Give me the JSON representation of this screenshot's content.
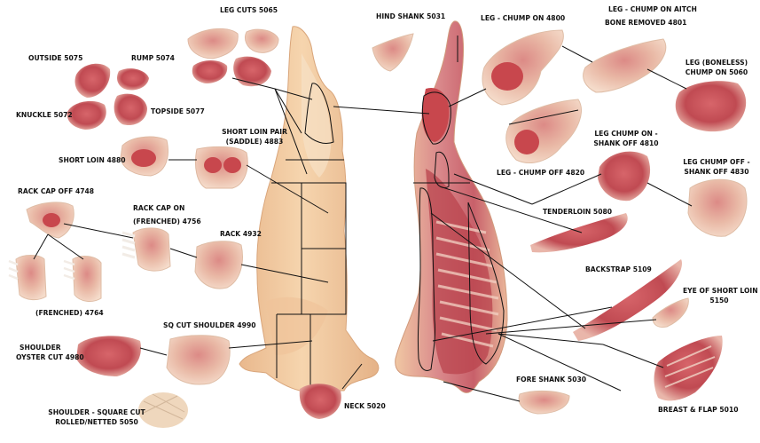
{
  "labels": {
    "leg_cuts": "LEG CUTS 5065",
    "hind_shank": "HIND SHANK 5031",
    "leg_chump_on": "LEG - CHUMP ON 4800",
    "leg_chump_aitch_1": "LEG - CHUMP ON AITCH",
    "leg_chump_aitch_2": "BONE REMOVED 4801",
    "leg_boneless_1": "LEG (BONELESS)",
    "leg_boneless_2": "CHUMP ON 5060",
    "outside": "OUTSIDE 5075",
    "rump": "RUMP 5074",
    "knuckle": "KNUCKLE 5072",
    "topside": "TOPSIDE 5077",
    "short_loin_pair_1": "SHORT LOIN PAIR",
    "short_loin_pair_2": "(SADDLE) 4883",
    "short_loin": "SHORT LOIN 4880",
    "leg_chump_shank_off_1": "LEG CHUMP ON -",
    "leg_chump_shank_off_2": "SHANK OFF 4810",
    "leg_chump_off": "LEG - CHUMP OFF 4820",
    "leg_chump_off_shank_1": "LEG CHUMP OFF -",
    "leg_chump_off_shank_2": "SHANK OFF 4830",
    "rack_cap_off": "RACK CAP OFF 4748",
    "rack_cap_on_1": "RACK CAP ON",
    "rack_cap_on_2": "(FRENCHED) 4756",
    "rack": "RACK 4932",
    "tenderloin": "TENDERLOIN 5080",
    "frenched": "(FRENCHED) 4764",
    "backstrap": "BACKSTRAP 5109",
    "eye_short_loin_1": "EYE OF SHORT LOIN",
    "eye_short_loin_2": "5150",
    "sq_cut_shoulder": "SQ CUT SHOULDER 4990",
    "shoulder_oyster_1": "SHOULDER",
    "shoulder_oyster_2": "OYSTER CUT 4980",
    "fore_shank": "FORE SHANK 5030",
    "neck": "NECK 5020",
    "breast_flap": "BREAST & FLAP 5010",
    "shoulder_square_1": "SHOULDER - SQUARE CUT",
    "shoulder_square_2": "ROLLED/NETTED 5050"
  },
  "colors": {
    "carcass_fat": "#f3cfa6",
    "carcass_shadow": "#e2ae82",
    "meat_red": "#c8474d",
    "meat_dark": "#a3323a",
    "fat_white": "#f6e4d6",
    "bone": "#efe4d8",
    "line": "#111111"
  }
}
